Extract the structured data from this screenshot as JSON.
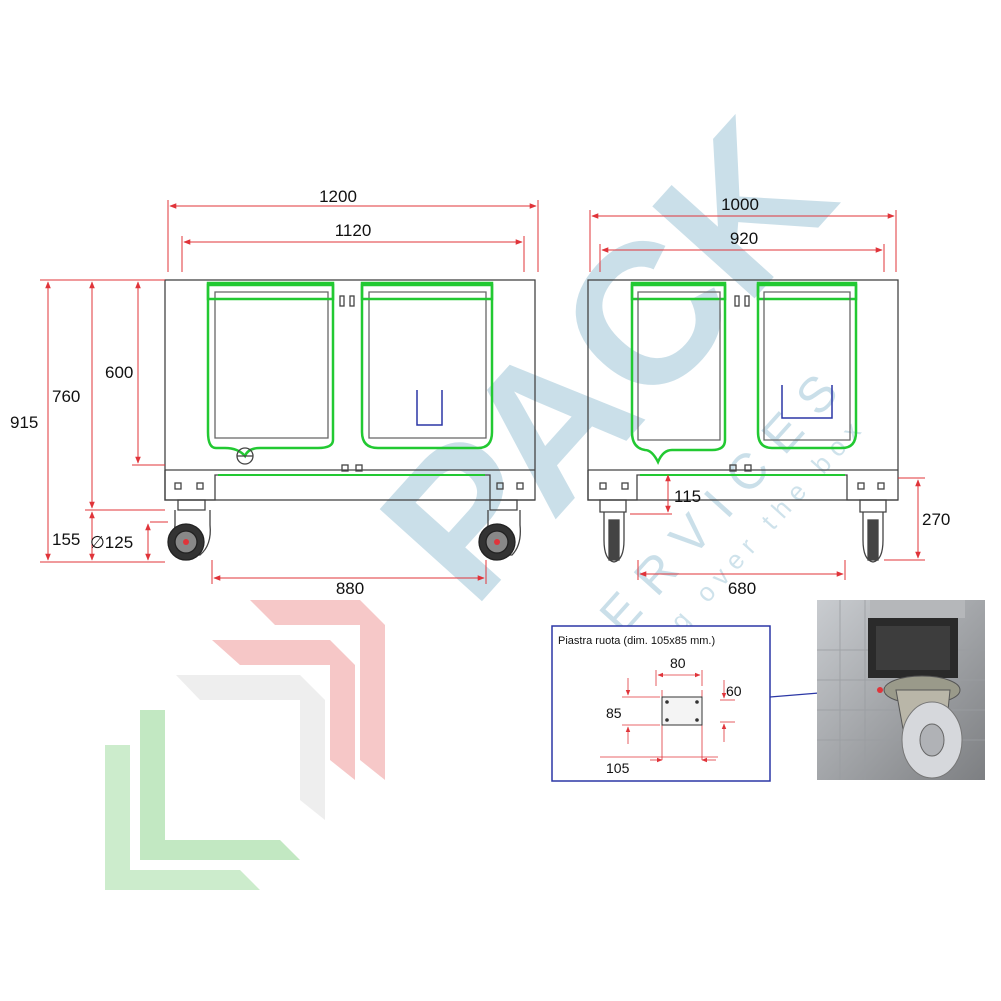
{
  "colors": {
    "dimension": "#e0343a",
    "outline": "#444444",
    "highlight": "#22c932",
    "frame_blue": "#2b37a5",
    "watermark": "#9fc6d8",
    "logo_red": "#e87373",
    "logo_green": "#7fcf7f"
  },
  "front_view": {
    "width_outer": "1200",
    "width_inner": "1120",
    "height_total": "915",
    "height_body": "760",
    "height_tank": "600",
    "height_wheel": "155",
    "wheel_diameter": "∅125",
    "wheel_base": "880"
  },
  "side_view": {
    "width_outer": "1000",
    "width_inner": "920",
    "clearance": "115",
    "height_caster": "270",
    "wheel_base": "680"
  },
  "plate_detail": {
    "title": "Piastra ruota (dim. 105x85 mm.)",
    "dim_80": "80",
    "dim_60": "60",
    "dim_85": "85",
    "dim_105": "105"
  },
  "photo": {
    "icon": "caster-wheel-photo"
  },
  "watermark": {
    "brand": "PACK",
    "services": "SERVICES",
    "tagline": "thinking over the box"
  }
}
